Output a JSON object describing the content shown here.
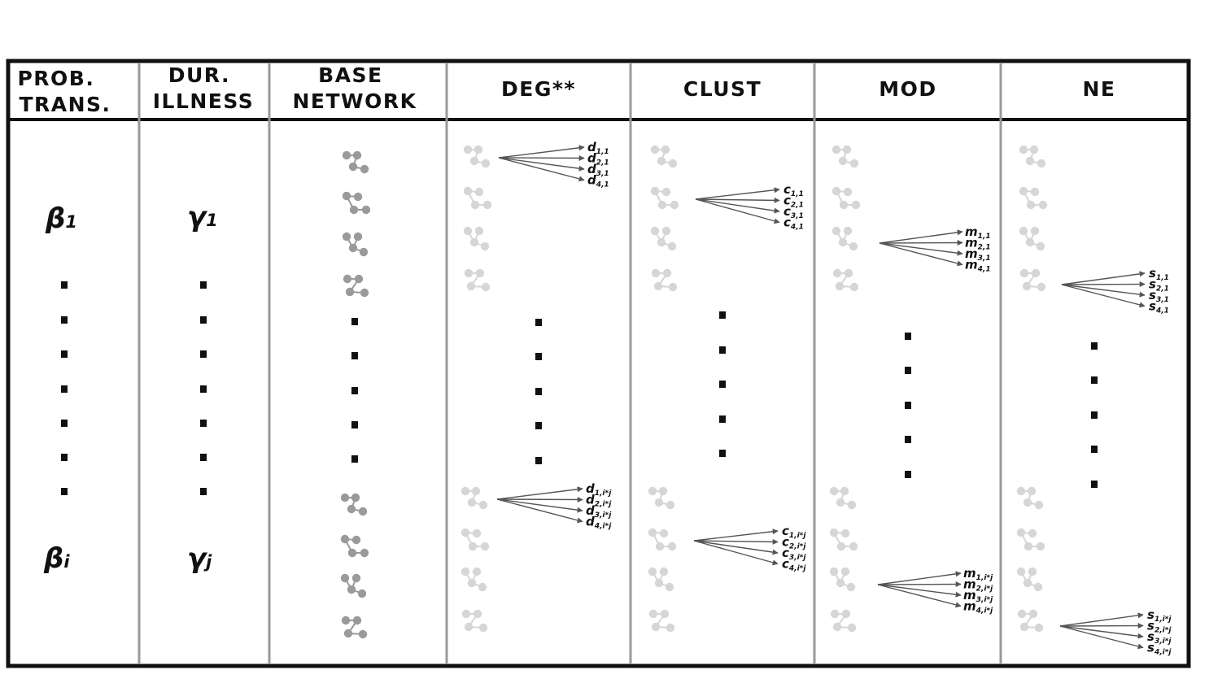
{
  "headers": {
    "prob_trans": [
      "PROB.",
      "TRANS."
    ],
    "dur_illness": [
      "DUR.",
      "ILLNESS"
    ],
    "base_network": [
      "BASE",
      "NETWORK"
    ],
    "deg": "DEG**",
    "clust": "CLUST",
    "mod": "MOD",
    "ne": "NE"
  },
  "parameters": {
    "beta_first": {
      "symbol": "β",
      "subscript": "1"
    },
    "beta_last": {
      "symbol": "β",
      "subscript": "i"
    },
    "gamma_first": {
      "symbol": "γ",
      "subscript": "1"
    },
    "gamma_last": {
      "symbol": "γ",
      "subscript": "j"
    }
  },
  "metrics": {
    "deg": {
      "letter": "d",
      "first": [
        "1,1",
        "2,1",
        "3,1",
        "4,1"
      ],
      "last": [
        "1,i*j",
        "2,i*j",
        "3,i*j",
        "4,i*j"
      ]
    },
    "clust": {
      "letter": "c",
      "first": [
        "1,1",
        "2,1",
        "3,1",
        "4,1"
      ],
      "last": [
        "1,i*j",
        "2,i*j",
        "3,i*j",
        "4,i*j"
      ]
    },
    "mod": {
      "letter": "m",
      "first": [
        "1,1",
        "2,1",
        "3,1",
        "4,1"
      ],
      "last": [
        "1,i*j",
        "2,i*j",
        "3,i*j",
        "4,i*j"
      ]
    },
    "ne": {
      "letter": "s",
      "first": [
        "1,1",
        "2,1",
        "3,1",
        "4,1"
      ],
      "last": [
        "1,i*j",
        "2,i*j",
        "3,i*j",
        "4,i*j"
      ]
    }
  },
  "colors": {
    "border": "#111111",
    "divider": "#999999",
    "network_dark": "#9a9a9a",
    "network_light": "#d6d6d6",
    "arrow": "#555555"
  }
}
